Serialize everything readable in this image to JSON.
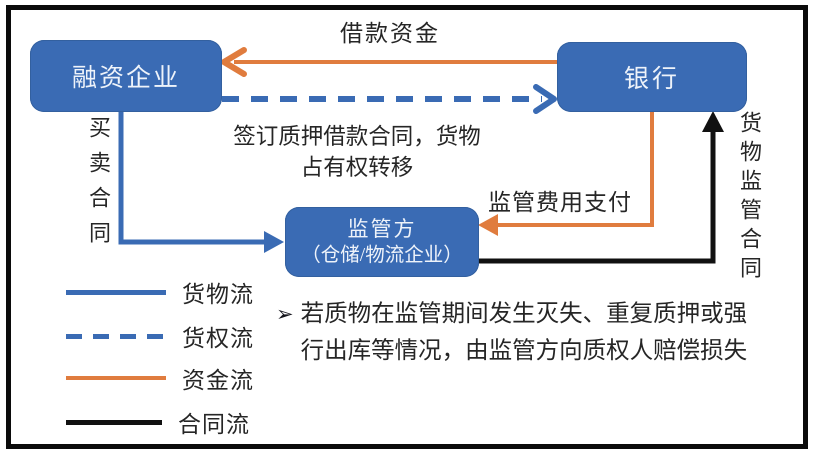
{
  "diagram": {
    "nodes": {
      "financing_enterprise": {
        "label": "融资企业"
      },
      "bank": {
        "label": "银行"
      },
      "supervisor": {
        "line1": "监管方",
        "line2": "（仓储/物流企业）"
      }
    },
    "edges": {
      "loan_funds": {
        "label": "借款资金"
      },
      "pledge_contract": {
        "line1": "签订质押借款合同，货物",
        "line2": "占有权转移"
      },
      "sales_contract": {
        "label": "买卖合同"
      },
      "supervision_fee": {
        "label": "监管费用支付"
      },
      "goods_supervision_contract": {
        "label": "货物监管合同"
      }
    },
    "legend": {
      "items": [
        {
          "label": "货物流",
          "style": "solid",
          "color": "#3A6BB4"
        },
        {
          "label": "货权流",
          "style": "dashed",
          "color": "#3A6BB4"
        },
        {
          "label": "资金流",
          "style": "solid",
          "color": "#E07C3E"
        },
        {
          "label": "合同流",
          "style": "solid",
          "color": "#111111"
        }
      ]
    },
    "note": {
      "bullet": "➢",
      "line1": "若质物在监管期间发生灭失、重复质押或强",
      "line2": "行出库等情况，由监管方向质权人赔偿损失"
    },
    "colors": {
      "node_fill": "#3A6BB4",
      "node_text": "#EEF3FA",
      "goods_flow": "#3A6BB4",
      "rights_flow": "#3A6BB4",
      "funds_flow": "#E07C3E",
      "contract_flow": "#111111",
      "frame_border": "#0B0B0B"
    }
  }
}
